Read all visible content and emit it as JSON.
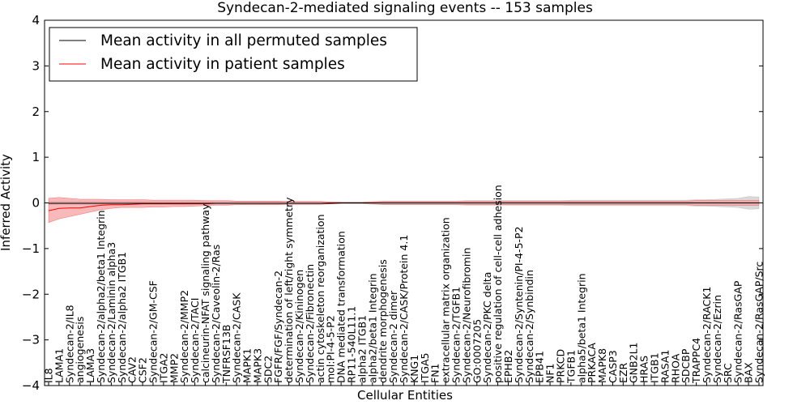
{
  "chart_data": {
    "type": "line",
    "title": "Syndecan-2-mediated signaling events -- 153 samples",
    "xlabel": "Cellular Entities",
    "ylabel": "Inferred Activity",
    "ylim": [
      -4,
      4
    ],
    "yticks": [
      -4,
      -3,
      -2,
      -1,
      0,
      1,
      2,
      3,
      4
    ],
    "grid": false,
    "legend_position": "top-left",
    "colors": {
      "permuted": "#000000",
      "patient": "#ff0000",
      "patient_band": "#f28b8b",
      "permuted_band": "#cccccc"
    },
    "categories": [
      "IL8",
      "LAMA1",
      "Syndecan-2/IL8",
      "angiogenesis",
      "LAMA3",
      "Syndecan-2/alpha2/beta1 Integrin",
      "Syndecan-2/Laminin alpha3",
      "Syndecan-2/alpha2 ITGB1",
      "CAV2",
      "CSF2",
      "Syndecan-2/GM-CSF",
      "ITGA2",
      "MMP2",
      "Syndecan-2/MMP2",
      "Syndecan-2/TACI",
      "calcineurin-NFAT signaling pathway",
      "Syndecan-2/Caveolin-2/Ras",
      "TNFRSF13B",
      "Syndecan-2/CASK",
      "MAPK1",
      "MAPK3",
      "SDC2",
      "FGFR/FGF/Syndecan-2",
      "determination of left/right symmetry",
      "Syndecan-2/Kininogen",
      "Syndecan-2/Fibronectin",
      "actin cytoskeleton reorganization",
      "mol:PI-4-5-P2",
      "DNA mediated transformation",
      "RP11-540L11.1",
      "alpha2 ITGB1",
      "alpha2/beta1 Integrin",
      "dendrite morphogenesis",
      "Syndecan-2 dimer",
      "Syndecan-2/CASK/Protein 4.1",
      "KNG1",
      "ITGA5",
      "FN1",
      "extracellular matrix organization",
      "Syndecan-2/TGFB1",
      "Syndecan-2/Neurofibromin",
      "GO:0007205",
      "Syndecan-2/PKC delta",
      "positive regulation of cell-cell adhesion",
      "EPHB2",
      "Syndecan-2/Syntenin/PI-4-5-P2",
      "Syndecan-2/Synbindin",
      "EPB41",
      "NF1",
      "PRKCD",
      "TGFB1",
      "alpha5/beta1 Integrin",
      "PRKACA",
      "MAPK8",
      "CASP3",
      "EZR",
      "GNB2L1",
      "HRAS",
      "ITGB1",
      "RASA1",
      "RHOA",
      "SDCBP",
      "TRAPPC4",
      "Syndecan-2/RACK1",
      "Syndecan-2/Ezrin",
      "SRC",
      "Syndecan-2/RasGAP",
      "BAX",
      "Syndecan-2/RasGAP/Src"
    ],
    "series": [
      {
        "name": "Mean activity in all permuted samples",
        "values": [
          -0.01,
          -0.01,
          -0.01,
          -0.01,
          -0.01,
          -0.01,
          -0.01,
          -0.01,
          -0.01,
          -0.01,
          -0.01,
          -0.01,
          -0.01,
          -0.01,
          -0.01,
          -0.01,
          -0.01,
          -0.01,
          -0.01,
          -0.01,
          -0.01,
          -0.01,
          -0.01,
          -0.01,
          -0.01,
          -0.01,
          -0.01,
          -0.01,
          0.0,
          0.0,
          0.0,
          0.0,
          0.0,
          0.0,
          0.0,
          0.0,
          0.0,
          0.0,
          0.0,
          0.0,
          0.0,
          0.0,
          0.0,
          0.0,
          0.0,
          0.0,
          0.0,
          0.0,
          0.0,
          0.0,
          0.0,
          0.0,
          0.0,
          0.0,
          0.0,
          0.0,
          0.0,
          0.0,
          0.0,
          0.0,
          0.0,
          0.0,
          0.0,
          0.0,
          0.0,
          0.0,
          0.0,
          0.0,
          0.0
        ],
        "lower": [
          -0.04,
          -0.03,
          -0.03,
          -0.03,
          -0.03,
          -0.03,
          -0.03,
          -0.03,
          -0.03,
          -0.03,
          -0.03,
          -0.03,
          -0.03,
          -0.03,
          -0.03,
          -0.03,
          -0.03,
          -0.03,
          -0.03,
          -0.03,
          -0.03,
          -0.03,
          -0.03,
          -0.03,
          -0.03,
          -0.03,
          -0.03,
          -0.02,
          -0.02,
          -0.02,
          -0.02,
          -0.03,
          -0.04,
          -0.04,
          -0.04,
          -0.04,
          -0.04,
          -0.04,
          -0.04,
          -0.04,
          -0.05,
          -0.05,
          -0.05,
          -0.05,
          -0.05,
          -0.05,
          -0.05,
          -0.05,
          -0.05,
          -0.05,
          -0.06,
          -0.06,
          -0.06,
          -0.06,
          -0.06,
          -0.06,
          -0.06,
          -0.06,
          -0.06,
          -0.06,
          -0.06,
          -0.06,
          -0.07,
          -0.07,
          -0.08,
          -0.09,
          -0.1,
          -0.14,
          -0.13
        ],
        "upper": [
          0.03,
          0.03,
          0.03,
          0.03,
          0.03,
          0.03,
          0.03,
          0.03,
          0.03,
          0.03,
          0.03,
          0.03,
          0.03,
          0.03,
          0.03,
          0.03,
          0.03,
          0.03,
          0.03,
          0.03,
          0.03,
          0.03,
          0.03,
          0.03,
          0.03,
          0.03,
          0.03,
          0.02,
          0.02,
          0.02,
          0.02,
          0.03,
          0.04,
          0.04,
          0.04,
          0.04,
          0.04,
          0.04,
          0.04,
          0.04,
          0.05,
          0.05,
          0.05,
          0.05,
          0.05,
          0.05,
          0.05,
          0.05,
          0.05,
          0.05,
          0.06,
          0.06,
          0.06,
          0.06,
          0.06,
          0.06,
          0.06,
          0.06,
          0.06,
          0.06,
          0.06,
          0.06,
          0.07,
          0.07,
          0.08,
          0.09,
          0.1,
          0.14,
          0.13
        ]
      },
      {
        "name": "Mean activity in patient samples",
        "values": [
          -0.17,
          -0.12,
          -0.11,
          -0.11,
          -0.08,
          -0.05,
          -0.04,
          -0.04,
          -0.03,
          -0.02,
          -0.02,
          -0.02,
          -0.02,
          -0.02,
          -0.02,
          -0.02,
          -0.01,
          -0.01,
          -0.01,
          -0.01,
          -0.01,
          -0.01,
          -0.01,
          -0.01,
          -0.01,
          -0.01,
          -0.01,
          0.0,
          0.0,
          0.0,
          0.0,
          0.0,
          0.0,
          0.0,
          0.0,
          0.0,
          0.0,
          0.0,
          0.0,
          0.0,
          0.0,
          0.0,
          0.0,
          0.0,
          0.0,
          0.0,
          0.0,
          0.0,
          0.0,
          0.0,
          0.0,
          0.0,
          0.0,
          0.0,
          0.0,
          0.0,
          0.0,
          0.0,
          0.0,
          0.0,
          0.0,
          0.0,
          0.0,
          0.0,
          0.0,
          0.0,
          0.0,
          0.0,
          0.0
        ],
        "lower": [
          -0.43,
          -0.35,
          -0.3,
          -0.25,
          -0.2,
          -0.15,
          -0.12,
          -0.1,
          -0.1,
          -0.1,
          -0.09,
          -0.09,
          -0.08,
          -0.08,
          -0.07,
          -0.06,
          -0.05,
          -0.05,
          -0.04,
          -0.04,
          -0.04,
          -0.04,
          -0.04,
          -0.03,
          -0.03,
          -0.03,
          -0.03,
          -0.02,
          -0.01,
          -0.01,
          -0.01,
          -0.02,
          -0.03,
          -0.03,
          -0.03,
          -0.03,
          -0.03,
          -0.03,
          -0.03,
          -0.03,
          -0.04,
          -0.04,
          -0.04,
          -0.04,
          -0.04,
          -0.04,
          -0.04,
          -0.04,
          -0.04,
          -0.04,
          -0.04,
          -0.04,
          -0.04,
          -0.04,
          -0.04,
          -0.04,
          -0.04,
          -0.04,
          -0.04,
          -0.04,
          -0.04,
          -0.04,
          -0.05,
          -0.05,
          -0.05,
          -0.05,
          -0.05,
          -0.05,
          -0.05
        ],
        "upper": [
          0.1,
          0.12,
          0.1,
          0.08,
          0.08,
          0.08,
          0.07,
          0.07,
          0.07,
          0.07,
          0.06,
          0.06,
          0.06,
          0.06,
          0.06,
          0.05,
          0.05,
          0.05,
          0.04,
          0.04,
          0.04,
          0.04,
          0.04,
          0.03,
          0.03,
          0.03,
          0.03,
          0.02,
          0.01,
          0.01,
          0.01,
          0.02,
          0.03,
          0.03,
          0.03,
          0.03,
          0.03,
          0.03,
          0.03,
          0.03,
          0.04,
          0.04,
          0.04,
          0.04,
          0.04,
          0.04,
          0.04,
          0.04,
          0.04,
          0.04,
          0.04,
          0.04,
          0.04,
          0.04,
          0.04,
          0.04,
          0.04,
          0.04,
          0.04,
          0.04,
          0.04,
          0.04,
          0.05,
          0.05,
          0.05,
          0.05,
          0.05,
          0.05,
          0.05
        ]
      }
    ]
  }
}
